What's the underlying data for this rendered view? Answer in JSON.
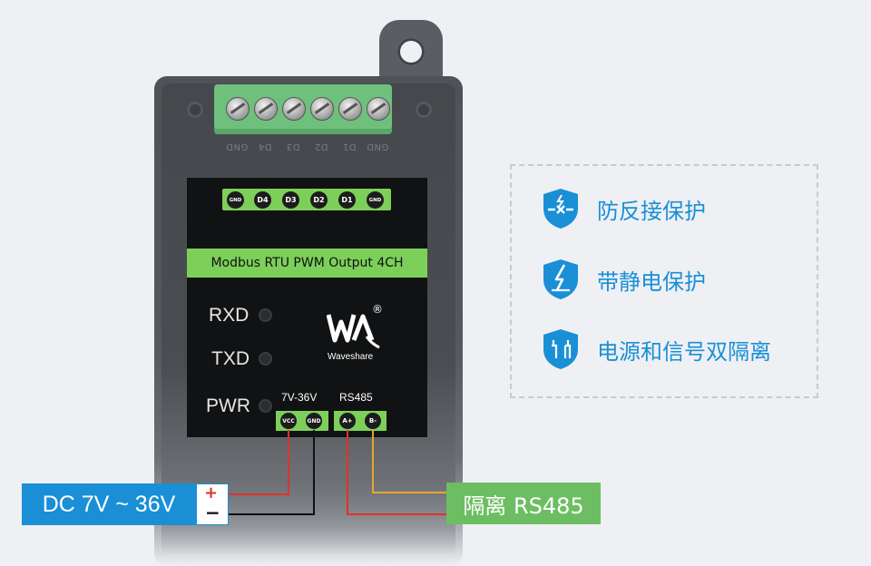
{
  "device": {
    "terminal_labels": [
      "GND",
      "D4",
      "D3",
      "D2",
      "D1",
      "GND"
    ],
    "pcb_top_pins": [
      "GND",
      "D4",
      "D3",
      "D2",
      "D1",
      "GND"
    ],
    "banner": "Modbus RTU PWM Output 4CH",
    "leds": [
      "RXD",
      "TXD",
      "PWR"
    ],
    "logo_text": "Waveshare",
    "logo_reg": "®",
    "power_label": "7V-36V",
    "rs485_label": "RS485",
    "bottom_pins": [
      "VCC",
      "GND",
      "A+",
      "B-"
    ]
  },
  "features": [
    {
      "text": "防反接保护",
      "icon": "reverse-protection-shield-icon"
    },
    {
      "text": "带静电保护",
      "icon": "esd-protection-shield-icon"
    },
    {
      "text": "电源和信号双隔离",
      "icon": "isolation-shield-icon"
    }
  ],
  "labels": {
    "dc": "DC 7V ~ 36V",
    "plus": "+",
    "minus": "−",
    "rs485": "隔离 RS485"
  },
  "colors": {
    "accent_blue": "#1a8fd6",
    "accent_green": "#6dbe63",
    "pcb_green": "#7cd05a",
    "wire_red": "#e0322b",
    "wire_black": "#111111",
    "wire_yellow": "#e3a72f"
  }
}
